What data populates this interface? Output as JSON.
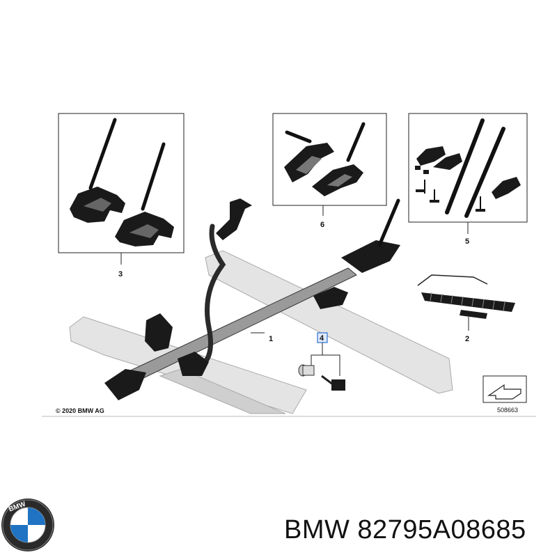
{
  "brand": "BMW",
  "part_number_line": "BMW 82795A08685",
  "logo_text": "BMW",
  "diagram": {
    "copyright": "© 2020 BMW AG",
    "image_code": "508663",
    "callouts": [
      "1",
      "2",
      "3",
      "4",
      "5",
      "6"
    ]
  },
  "colors": {
    "logo_blue": "#1f73c2",
    "logo_ring": "#222222",
    "callout_4_highlight": "#2a6fd6"
  }
}
